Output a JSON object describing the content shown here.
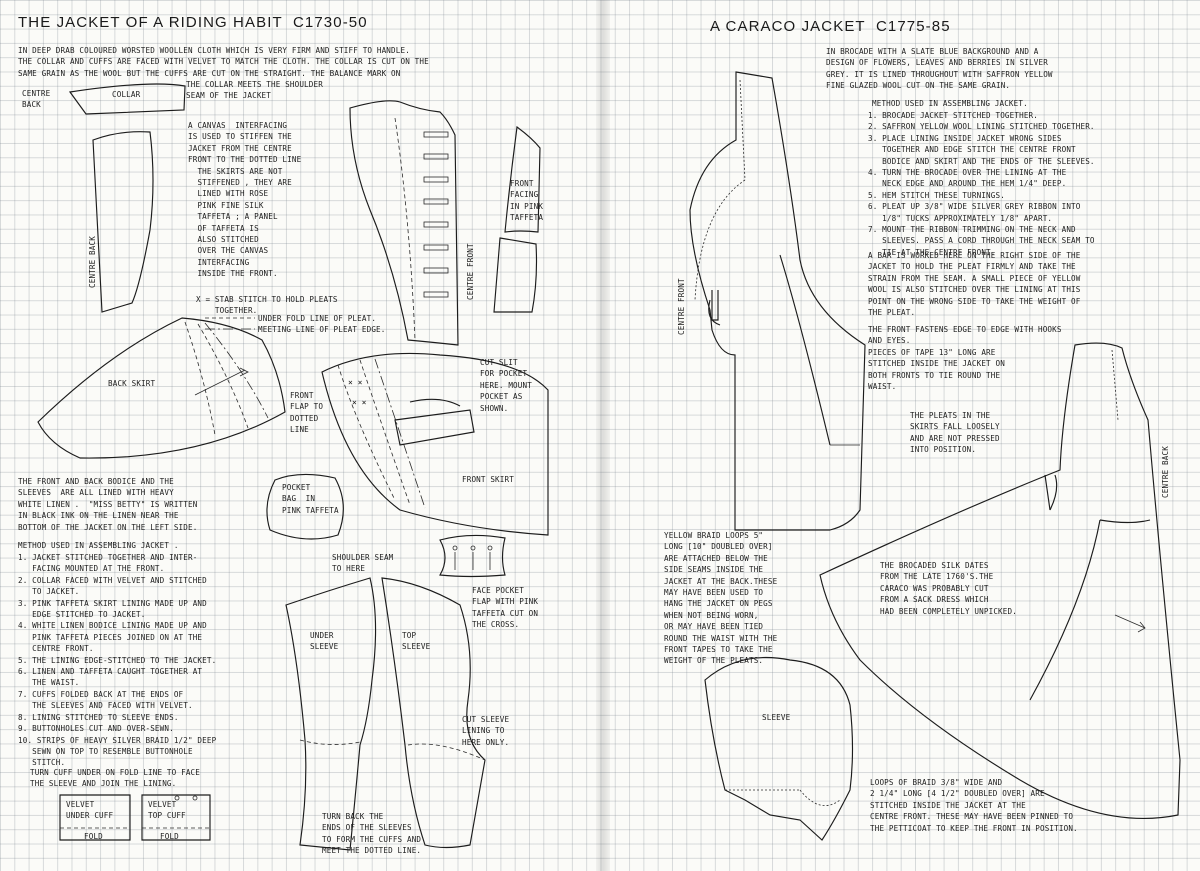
{
  "left_page": {
    "title": "THE JACKET OF A RIDING HABIT  C1730-50",
    "intro": "IN DEEP DRAB COLOURED WORSTED WOOLLEN CLOTH WHICH IS VERY FIRM AND STIFF TO HANDLE.\nTHE COLLAR AND CUFFS ARE FACED WITH VELVET TO MATCH THE CLOTH. THE COLLAR IS CUT ON THE\nSAME GRAIN AS THE WOOL BUT THE CUFFS ARE CUT ON THE STRAIGHT. THE BALANCE MARK ON",
    "collar_note": "THE COLLAR MEETS THE SHOULDER\nSEAM OF THE JACKET",
    "centre_back_collar": "CENTRE\nBACK",
    "collar_label": "COLLAR",
    "canvas_note": "A CANVAS  INTERFACING\nIS USED TO STIFFEN THE\nJACKET FROM THE CENTRE\nFRONT TO THE DOTTED LINE\n  THE SKIRTS ARE NOT\n  STIFFENED , THEY ARE\n  LINED WITH ROSE\n  PINK FINE SILK\n  TAFFETA ; A PANEL\n  OF TAFFETA IS\n  ALSO STITCHED\n  OVER THE CANVAS\n  INTERFACING\n  INSIDE THE FRONT.",
    "centre_back_bodice": "CENTRE BACK",
    "centre_front": "CENTRE FRONT",
    "front_facing": "FRONT\nFACING\nIN PINK\nTAFFETA",
    "legend_stab": "X = STAB STITCH TO HOLD PLEATS\n    TOGETHER.",
    "legend_underfold": "UNDER FOLD LINE OF PLEAT.",
    "legend_meeting": "MEETING LINE OF PLEAT EDGE.",
    "back_skirt": "BACK SKIRT",
    "front_flap": "FRONT\nFLAP TO\nDOTTED\nLINE",
    "cut_slit": "CUT SLIT\nFOR POCKET\nHERE. MOUNT\nPOCKET AS\nSHOWN.",
    "front_skirt": "FRONT SKIRT",
    "pocket_bag": "POCKET\nBAG  IN\nPINK TAFFETA",
    "lining_note": "THE FRONT AND BACK BODICE AND THE\nSLEEVES  ARE ALL LINED WITH HEAVY\nWHITE LINEN .  \"MISS BETTY\" IS WRITTEN\nIN BLACK INK ON THE LINEN NEAR THE\nBOTTOM OF THE JACKET ON THE LEFT SIDE.",
    "method_title": "METHOD USED IN ASSEMBLING JACKET .",
    "method_steps": "1. JACKET STITCHED TOGETHER AND INTER-\n   FACING MOUNTED AT THE FRONT.\n2. COLLAR FACED WITH VELVET AND STITCHED\n   TO JACKET.\n3. PINK TAFFETA SKIRT LINING MADE UP AND\n   EDGE STITCHED TO JACKET.\n4. WHITE LINEN BODICE LINING MADE UP AND\n   PINK TAFFETA PIECES JOINED ON AT THE\n   CENTRE FRONT.\n5. THE LINING EDGE-STITCHED TO THE JACKET.\n6. LINEN AND TAFFETA CAUGHT TOGETHER AT\n   THE WAIST.\n7. CUFFS FOLDED BACK AT THE ENDS OF\n   THE SLEEVES AND FACED WITH VELVET.\n8. LINING STITCHED TO SLEEVE ENDS.\n9. BUTTONHOLES CUT AND OVER-SEWN.\n10. STRIPS OF HEAVY SILVER BRAID 1/2\" DEEP\n   SEWN ON TOP TO RESEMBLE BUTTONHOLE\n   STITCH.",
    "cuff_note": "TURN CUFF UNDER ON FOLD LINE TO FACE\nTHE SLEEVE AND JOIN THE LINING.",
    "velvet_under_cuff": "VELVET\nUNDER CUFF",
    "velvet_top_cuff": "VELVET\nTOP CUFF",
    "fold_1": "FOLD",
    "fold_2": "FOLD",
    "shoulder_seam": "SHOULDER SEAM\nTO HERE",
    "face_pocket_flap": "FACE POCKET\nFLAP WITH PINK\nTAFFETA CUT ON\nTHE CROSS.",
    "under_sleeve": "UNDER\nSLEEVE",
    "top_sleeve": "TOP\nSLEEVE",
    "cut_sleeve_lining": "CUT SLEEVE\nLINING TO\nHERE ONLY.",
    "turn_back": "TURN BACK THE\nENDS OF THE SLEEVES\nTO FORM THE CUFFS AND\nMEET THE DOTTED LINE."
  },
  "right_page": {
    "title": "A CARACO JACKET  C1775-85",
    "intro": "IN BROCADE WITH A SLATE BLUE BACKGROUND AND A\nDESIGN OF FLOWERS, LEAVES AND BERRIES IN SILVER\nGREY. IT IS LINED THROUGHOUT WITH SAFFRON YELLOW\nFINE GLAZED WOOL CUT ON THE SAME GRAIN.",
    "method_title": "METHOD USED IN ASSEMBLING JACKET.",
    "method_steps": "1. BROCADE JACKET STITCHED TOGETHER.\n2. SAFFRON YELLOW WOOL LINING STITCHED TOGETHER.\n3. PLACE LINING INSIDE JACKET WRONG SIDES\n   TOGETHER AND EDGE STITCH THE CENTRE FRONT\n   BODICE AND SKIRT AND THE ENDS OF THE SLEEVES.\n4. TURN THE BROCADE OVER THE LINING AT THE\n   NECK EDGE AND AROUND THE HEM 1/4\" DEEP.\n5. HEM STITCH THESE TURNINGS.\n6. PLEAT UP 3/8\" WIDE SILVER GREY RIBBON INTO\n   1/8\" TUCKS APPROXIMATELY 1/8\" APART.\n7. MOUNT THE RIBBON TRIMMING ON THE NECK AND\n   SLEEVES. PASS A CORD THROUGH THE NECK SEAM TO\n   TIE AT THE CENTRE FRONT.",
    "bar_note": "A BAR IS WORKED HERE ON THE RIGHT SIDE OF THE\nJACKET TO HOLD THE PLEAT FIRMLY AND TAKE THE\nSTRAIN FROM THE SEAM. A SMALL PIECE OF YELLOW\nWOOL IS ALSO STITCHED OVER THE LINING AT THIS\nPOINT ON THE WRONG SIDE TO TAKE THE WEIGHT OF\nTHE PLEAT.",
    "fasten_note": "THE FRONT FASTENS EDGE TO EDGE WITH HOOKS\nAND EYES.\nPIECES OF TAPE 13\" LONG ARE\nSTITCHED INSIDE THE JACKET ON\nBOTH FRONTS TO TIE ROUND THE\nWAIST.",
    "pleats_note": "THE PLEATS IN THE\nSKIRTS FALL LOOSELY\nAND ARE NOT PRESSED\nINTO POSITION.",
    "centre_front": "CENTRE FRONT",
    "centre_back": "CENTRE BACK",
    "braid_note": "YELLOW BRAID LOOPS 5\"\nLONG [10\" DOUBLED OVER]\nARE ATTACHED BELOW THE\nSIDE SEAMS INSIDE THE\nJACKET AT THE BACK.THESE\nMAY HAVE BEEN USED TO\nHANG THE JACKET ON PEGS\nWHEN NOT BEING WORN,\nOR MAY HAVE BEEN TIED\nROUND THE WAIST WITH THE\nFRONT TAPES TO TAKE THE\nWEIGHT OF THE PLEATS.",
    "sleeve": "SLEEVE",
    "silk_note": "THE BROCADED SILK DATES\nFROM THE LATE 1760'S.THE\nCARACO WAS PROBABLY CUT\nFROM A SACK DRESS WHICH\nHAD BEEN COMPLETELY UNPICKED.",
    "loops_note": "LOOPS OF BRAID 3/8\" WIDE AND\n2 1/4\" LONG [4 1/2\" DOUBLED OVER] ARE\nSTITCHED INSIDE THE JACKET AT THE\nCENTRE FRONT. THESE MAY HAVE BEEN PINNED TO\nTHE PETTICOAT TO KEEP THE FRONT IN POSITION."
  }
}
